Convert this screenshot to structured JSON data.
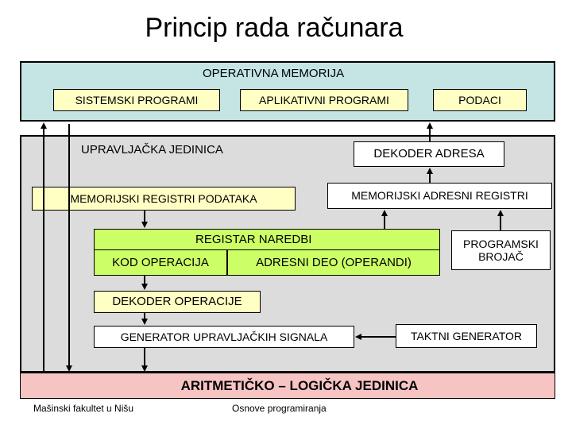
{
  "title": "Princip rada računara",
  "memory": {
    "label": "OPERATIVNA MEMORIJA",
    "system_programs": "SISTEMSKI PROGRAMI",
    "app_programs": "APLIKATIVNI PROGRAMI",
    "data": "PODACI"
  },
  "control_unit": {
    "label": "UPRAVLJAČKA JEDINICA",
    "address_decoder": "DEKODER ADRESA",
    "memory_data_registers": "MEMORIJSKI REGISTRI PODATAKA",
    "memory_address_registers": "MEMORIJSKI ADRESNI REGISTRI",
    "instruction_register": "REGISTAR NAREDBI",
    "op_code": "KOD OPERACIJA",
    "address_part": "ADRESNI DEO (OPERANDI)",
    "program_counter": "PROGRAMSKI BROJAČ",
    "op_decoder": "DEKODER OPERACIJE",
    "signal_generator": "GENERATOR UPRAVLJAČKIH SIGNALA",
    "clock_generator": "TAKTNI GENERATOR"
  },
  "alu": {
    "label": "ARITMETIČKO – LOGIČKA JEDINICA"
  },
  "footer": {
    "left": "Mašinski fakultet u Nišu",
    "center": "Osnove programiranja"
  },
  "colors": {
    "memory_bg": "#c5e5e5",
    "control_bg": "#dcdcdc",
    "yellow_box": "#ffffc4",
    "green_box": "#ccff66",
    "alu_bg": "#f7c4c4"
  }
}
